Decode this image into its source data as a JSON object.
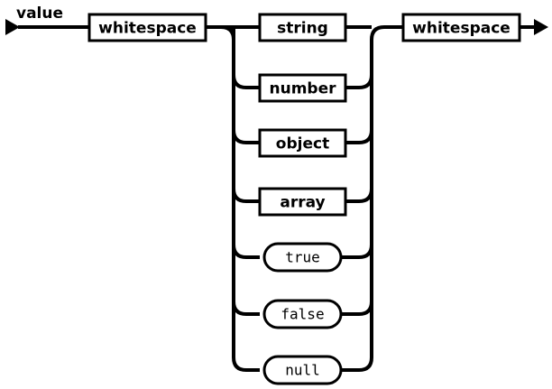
{
  "diagram": {
    "type": "railroad-syntax-diagram",
    "rule_name": "value",
    "background_color": "#ffffff",
    "line_color": "#000000",
    "box_fill": "#ffffff",
    "start_marker": "arrow-right",
    "end_marker": "arrow-right",
    "sequence": [
      {
        "id": "ws-left",
        "label": "whitespace",
        "kind": "nonterminal",
        "shape": "rectangle"
      },
      {
        "id": "choice",
        "kind": "choice-group",
        "shape": "fork",
        "alternatives": [
          {
            "id": "alt-string",
            "label": "string",
            "kind": "nonterminal",
            "shape": "rectangle"
          },
          {
            "id": "alt-number",
            "label": "number",
            "kind": "nonterminal",
            "shape": "rectangle"
          },
          {
            "id": "alt-object",
            "label": "object",
            "kind": "nonterminal",
            "shape": "rectangle"
          },
          {
            "id": "alt-array",
            "label": "array",
            "kind": "nonterminal",
            "shape": "rectangle"
          },
          {
            "id": "alt-true",
            "label": "true",
            "kind": "terminal",
            "shape": "pill"
          },
          {
            "id": "alt-false",
            "label": "false",
            "kind": "terminal",
            "shape": "pill"
          },
          {
            "id": "alt-null",
            "label": "null",
            "kind": "terminal",
            "shape": "pill"
          }
        ]
      },
      {
        "id": "ws-right",
        "label": "whitespace",
        "kind": "nonterminal",
        "shape": "rectangle"
      }
    ]
  }
}
